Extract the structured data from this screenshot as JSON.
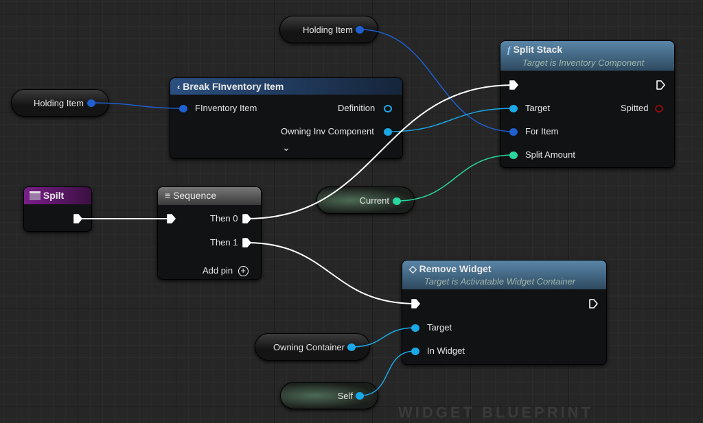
{
  "colors": {
    "struct": "#1f5fd0",
    "object": "#1aa8e8",
    "int": "#2ad6a0",
    "exec": "#ffffff",
    "class_out": "#8b0d0d"
  },
  "watermark": "WIDGET BLUEPRINT",
  "nodes": {
    "holding_item_top": {
      "label": "Holding Item"
    },
    "holding_item_left": {
      "label": "Holding Item"
    },
    "break": {
      "title": "Break FInventory Item",
      "input": "FInventory Item",
      "out_definition": "Definition",
      "out_owning": "Owning Inv Component",
      "expand_icon": "chevron-down"
    },
    "split_stack": {
      "title": "Split Stack",
      "subtitle": "Target is Inventory Component",
      "target": "Target",
      "for_item": "For Item",
      "split_amount": "Split Amount",
      "out_spitted": "Spitted"
    },
    "event": {
      "title": "Spilt"
    },
    "sequence": {
      "title": "Sequence",
      "then0": "Then 0",
      "then1": "Then 1",
      "add_pin": "Add pin"
    },
    "current": {
      "label": "Current"
    },
    "remove_widget": {
      "title": "Remove Widget",
      "subtitle": "Target is Activatable Widget Container",
      "target": "Target",
      "in_widget": "In Widget"
    },
    "owning_container": {
      "label": "Owning Container"
    },
    "self": {
      "label": "Self"
    }
  }
}
